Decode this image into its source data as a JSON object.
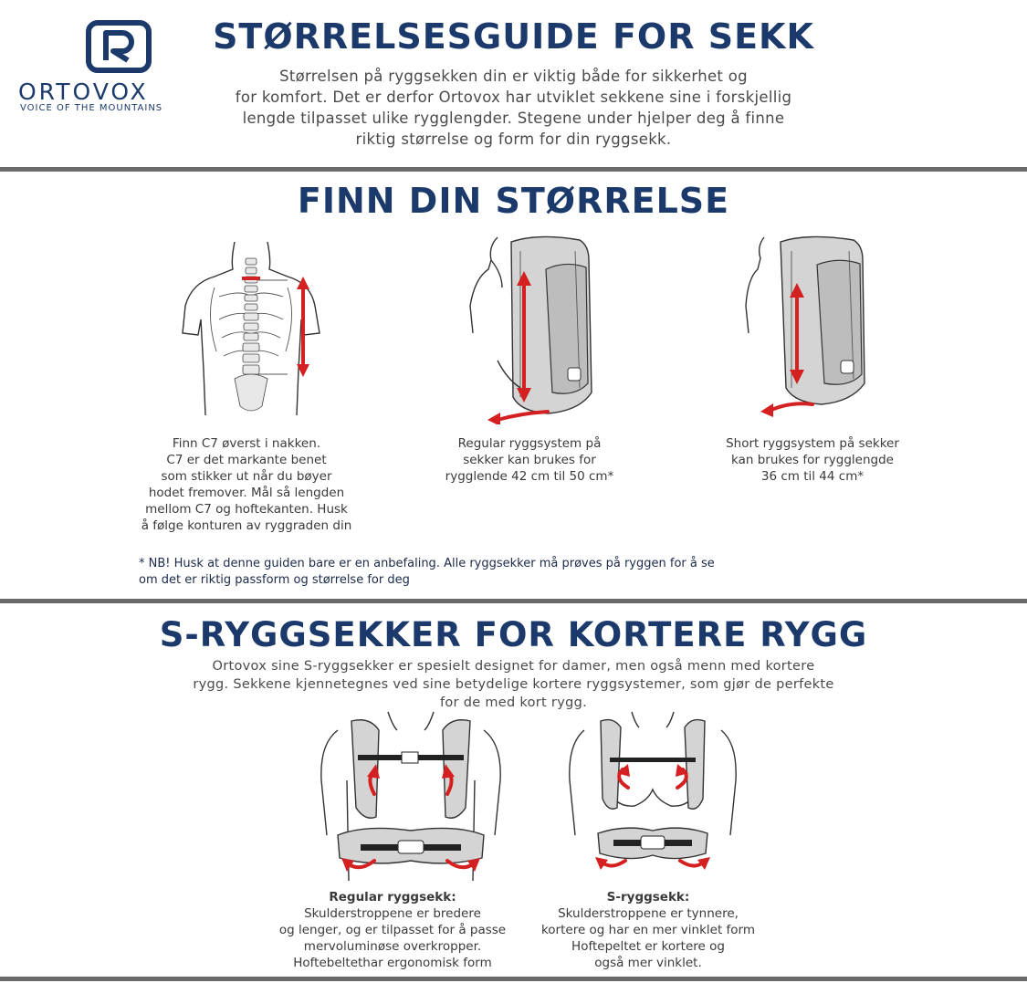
{
  "brand": {
    "name": "ORTOVOX",
    "tagline": "VOICE OF THE MOUNTAINS",
    "color": "#1b3a6b"
  },
  "header": {
    "title": "STØRRELSESGUIDE FOR SEKK",
    "intro": "Størrelsen på ryggsekken din er viktig både for sikkerhet og\nfor komfort. Det er derfor Ortovox har utviklet sekkene sine i forskjellig\nlengde tilpasset ulike rygglengder. Stegene under hjelper deg å finne\nriktig størrelse og form for din ryggsekk."
  },
  "find_size": {
    "title": "FINN DIN STØRRELSE",
    "steps": [
      {
        "caption": "Finn C7 øverst i nakken.\nC7 er det markante benet\nsom stikker ut når du bøyer\nhodet fremover. Mål så lengden\nmellom C7 og hoftekanten. Husk\nå følge konturen av ryggraden din"
      },
      {
        "caption": "Regular ryggsystem på\nsekker kan brukes for\nrygglende 42 cm til 50 cm*"
      },
      {
        "caption": "Short ryggsystem på sekker\nkan brukes for rygglengde\n36 cm til 44 cm*"
      }
    ],
    "note": "* NB! Husk at denne guiden bare er en anbefaling. Alle ryggsekker må prøves på ryggen for å se\nom det er riktig passform og størrelse for deg"
  },
  "s_packs": {
    "title": "S-RYGGSEKKER FOR KORTERE RYGG",
    "intro": "Ortovox sine S-ryggsekker er spesielt designet for damer, men også menn med kortere\nrygg. Sekkene kjennetegnes ved sine betydelige kortere ryggsystemer, som gjør de perfekte\nfor de med kort rygg.",
    "regular": {
      "heading": "Regular ryggsekk:",
      "text": "Skulderstroppene er bredere\nog lenger, og er tilpasset for å passe\nmervoluminøse overkropper.\nHoftebeltethar ergonomisk form"
    },
    "s": {
      "heading": "S-ryggsekk:",
      "text": "Skulderstroppene er tynnere,\nkortere og har en mer vinklet form\nHoftepeltet er kortere og\nogså mer vinklet."
    }
  },
  "colors": {
    "title": "#1b3a6b",
    "accent_red": "#d42020",
    "rule": "#6a6a6a"
  }
}
